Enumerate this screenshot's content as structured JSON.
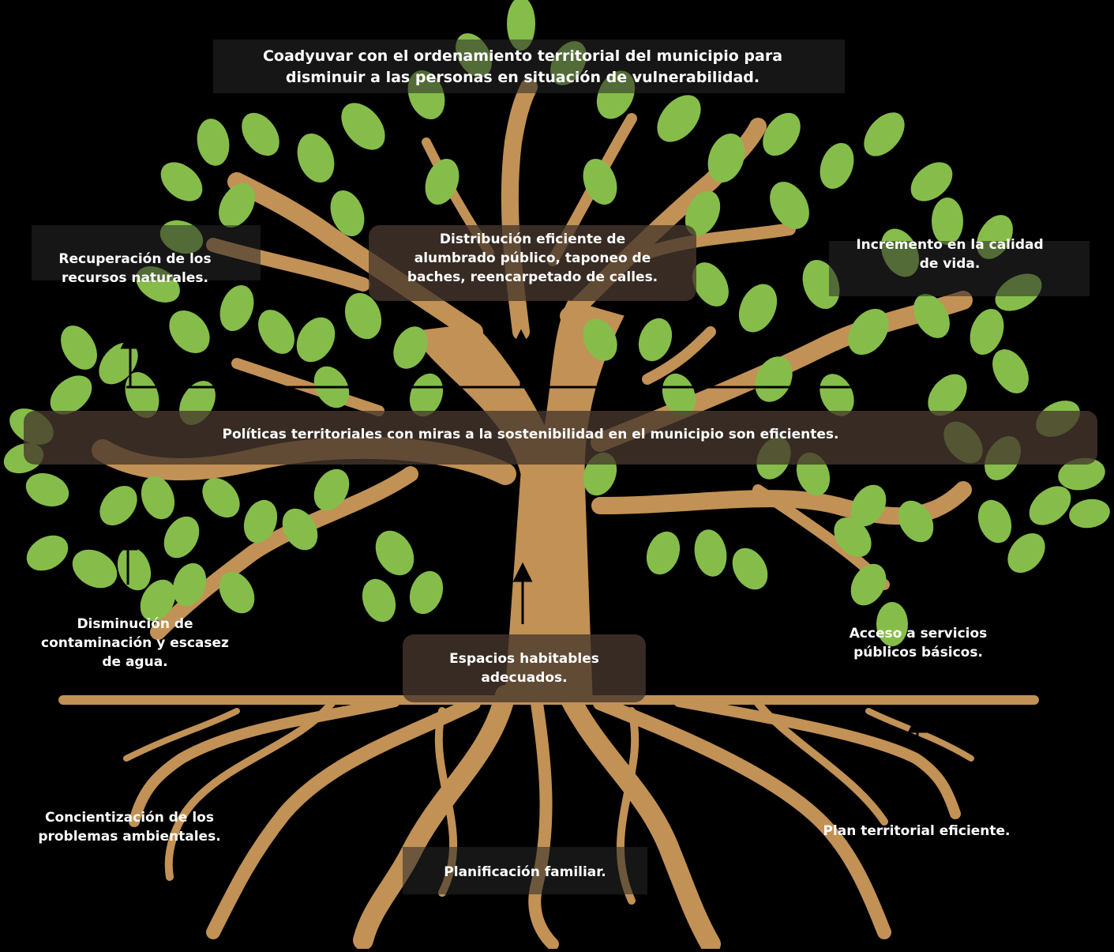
{
  "colors": {
    "background": "#000000",
    "trunk": "#c29155",
    "leaf": "#86bd4a",
    "band": "#463730",
    "text": "#ffffff"
  },
  "goal": {
    "line1": "Coadyuvar con el ordenamiento territorial del municipio para",
    "line2": "disminuir a las personas en situación de vulnerabilidad."
  },
  "purpose": {
    "text": "Políticas territoriales con miras a la sostenibilidad en el municipio son eficientes."
  },
  "outputs": {
    "left": {
      "line1": "Recuperación de los",
      "line2": "recursos naturales."
    },
    "center": {
      "line1": "Distribución eficiente de",
      "line2": "alumbrado público, taponeo de",
      "line3": "baches, reencarpetado de calles."
    },
    "right": {
      "line1": "Incremento en la calidad",
      "line2": "de vida."
    }
  },
  "components": {
    "left": {
      "line1": "Disminución de",
      "line2": "contaminación y escasez",
      "line3": "de agua."
    },
    "center": {
      "line1": "Espacios habitables",
      "line2": "adecuados."
    },
    "right": {
      "line1": "Acceso a servicios",
      "line2": "públicos básicos."
    }
  },
  "activities": {
    "left": {
      "line1": "Concientización de los",
      "line2": "problemas ambientales."
    },
    "center": {
      "line1": "Planificación familiar."
    },
    "right": {
      "line1": "Plan territorial eficiente."
    }
  }
}
